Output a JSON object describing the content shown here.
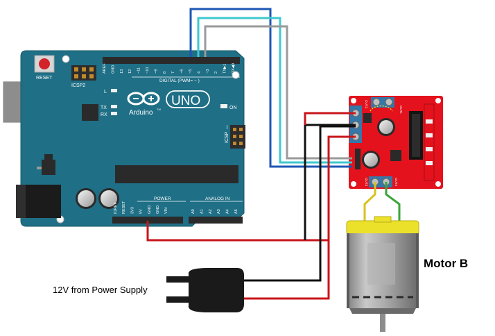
{
  "labels": {
    "motor": "Motor B",
    "supply": "12V from Power Supply"
  },
  "arduino": {
    "reset": "RESET",
    "icsp2": "ICSP2",
    "logo_text": "Arduino",
    "tm": "TM",
    "model": "UNO",
    "led_l": "L",
    "led_tx": "TX",
    "led_rx": "RX",
    "on": "ON",
    "icsp": "ICSP",
    "icsp_pin1": "1",
    "digital": "DIGITAL (PWM= ~ )",
    "power": "POWER",
    "analog": "ANALOG IN",
    "digital_pins": [
      "AREF",
      "GND",
      "13",
      "12",
      "~11",
      "~10",
      "~9",
      "8",
      "7",
      "~6",
      "~5",
      "4",
      "~3",
      "2",
      "TX▶1",
      "RX◀0"
    ],
    "power_pins": [
      "IOREF",
      "RESET",
      "3V3",
      "5V",
      "GND",
      "GND",
      "VIN"
    ],
    "analog_pins": [
      "A0",
      "A1",
      "A2",
      "A3",
      "A4",
      "A5"
    ]
  },
  "driver": {
    "out1": "OUT1",
    "out2": "OUT2",
    "out3": "OUT3",
    "out4": "OUT4"
  },
  "colors": {
    "board": "#1f6f86",
    "driver": "#e3121c",
    "wire_red": "#c8151b",
    "wire_black": "#111111",
    "wire_blue": "#1c56b4",
    "wire_cyan": "#3ec8cf",
    "wire_gray": "#9a9a9a",
    "wire_yellow": "#d9c21f",
    "wire_green": "#3aa63a",
    "motor_cap": "#ece12a"
  }
}
